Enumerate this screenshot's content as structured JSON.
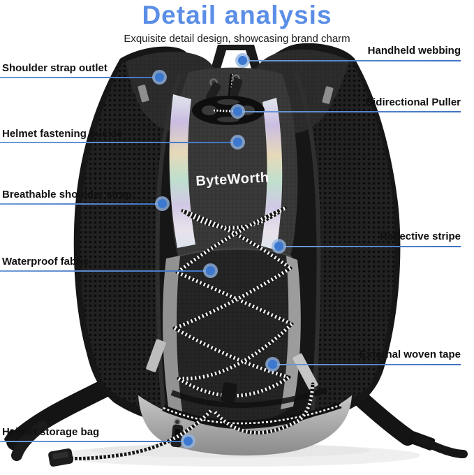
{
  "header": {
    "title": "Detail analysis",
    "subtitle": "Exquisite detail design, showcasing brand charm"
  },
  "product": {
    "brand": "ByteWorth"
  },
  "callouts": {
    "left": [
      {
        "label": "Shoulder strap outlet"
      },
      {
        "label": "Helmet fastening buckle"
      },
      {
        "label": "Breathable shoulder strap"
      },
      {
        "label": "Waterproof fabric"
      },
      {
        "label": "Helmet storage bag"
      }
    ],
    "right": [
      {
        "label": "Handheld webbing"
      },
      {
        "label": "Bidirectional Puller"
      },
      {
        "label": "Reflective stripe"
      },
      {
        "label": "External woven tape"
      }
    ]
  },
  "colors": {
    "title_blue": "#5b8ee6",
    "callout_line_blue": "#4b7dc9",
    "callout_dot_blue": "#3c78d0",
    "bag_black": "#161616",
    "bottom_gray": "#8a8a8a"
  }
}
